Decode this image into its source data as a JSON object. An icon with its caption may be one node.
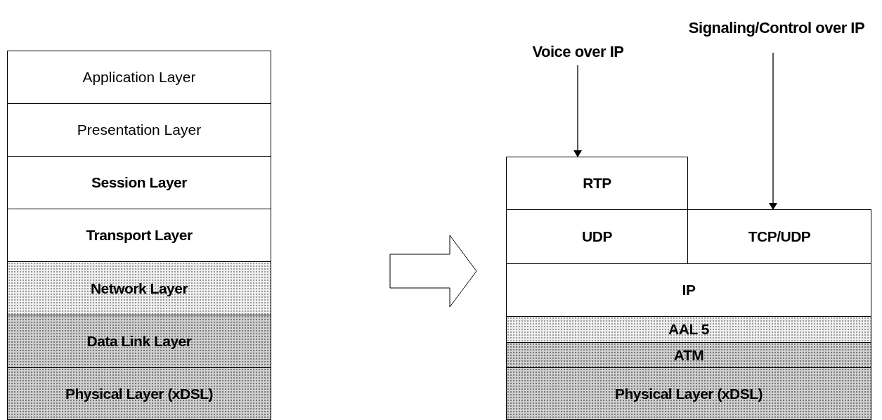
{
  "diagram": {
    "nodes": [
      {
        "text": [
          "Application Layer"
        ]
      },
      {
        "text": [
          "Presentation Layer"
        ]
      },
      {
        "text": [
          "Session Layer"
        ]
      },
      {
        "text": [
          "Transport Layer"
        ]
      },
      {
        "text": [
          "Network Layer"
        ]
      },
      {
        "text": [
          "Data Link Layer"
        ]
      },
      {
        "text": [
          "Physical Layer (xDSL)"
        ]
      },
      {
        "text": [
          "RTP"
        ]
      },
      {
        "text": [
          "UDP"
        ]
      },
      {
        "text": [
          "TCP/UDP"
        ]
      },
      {
        "text": [
          "IP"
        ]
      },
      {
        "text": [
          "AAL 5"
        ]
      },
      {
        "text": [
          "ATM"
        ]
      },
      {
        "text": [
          "Physical Layer (xDSL)"
        ]
      },
      {
        "text": [
          "Voice over IP"
        ]
      },
      {
        "text": [
          "Signaling/Control over IP"
        ]
      }
    ],
    "edges": [
      {
        "from": 14,
        "to": 7,
        "arrow": "to"
      },
      {
        "from": 15,
        "to": 9,
        "arrow": "to"
      }
    ]
  }
}
